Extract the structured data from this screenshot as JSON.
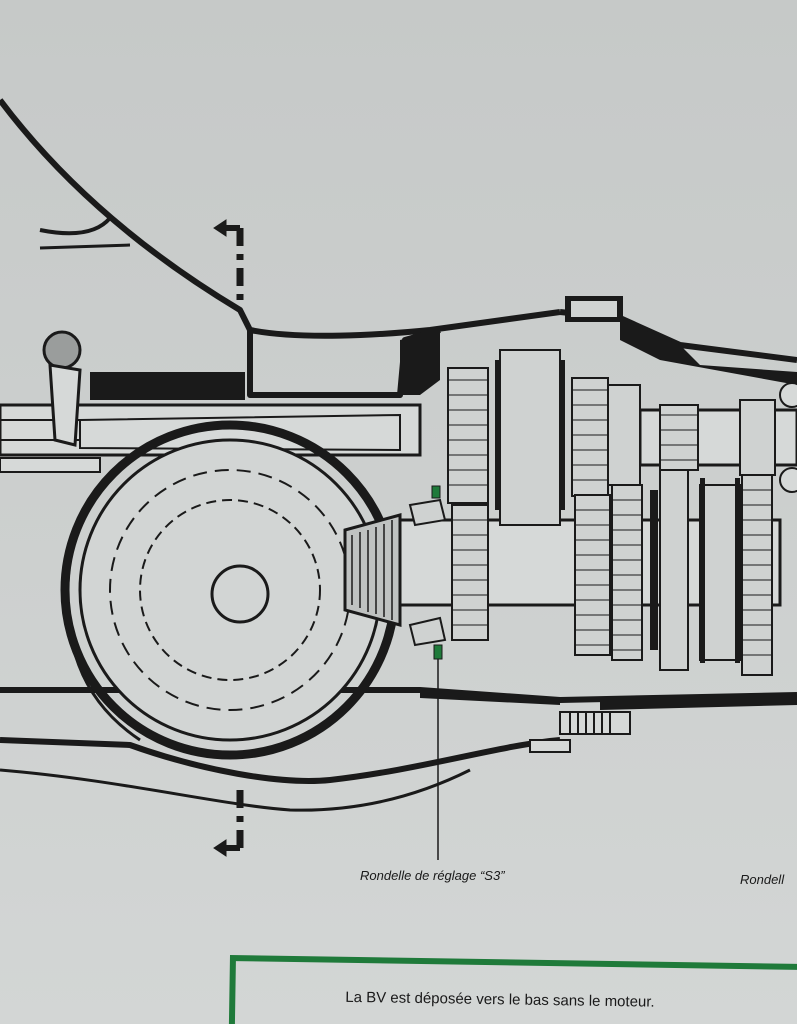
{
  "diagram": {
    "callouts": {
      "s3_washer": "Rondelle de réglage “S3”",
      "next_washer": "Rondell"
    }
  },
  "note": {
    "text": "La BV est déposée vers le bas sans le moteur."
  },
  "colors": {
    "ink": "#1a1a1a",
    "accent_green": "#1f7a3a",
    "paper": "#cdd0cf"
  }
}
